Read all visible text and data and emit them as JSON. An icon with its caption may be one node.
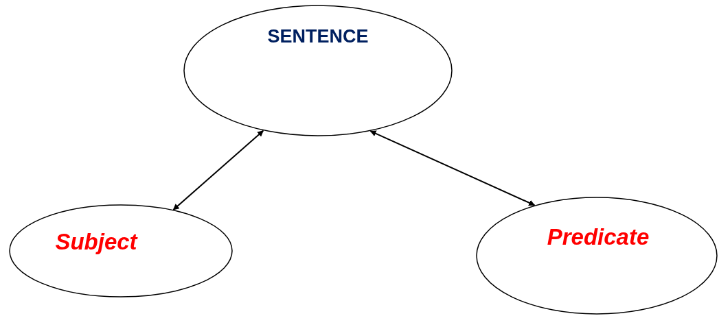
{
  "diagram": {
    "nodes": [
      {
        "text": [
          "SENTENCE"
        ]
      },
      {
        "text": [
          "Subject"
        ]
      },
      {
        "text": [
          "Predicate"
        ]
      }
    ],
    "edges": [
      {
        "from": 0,
        "to": 1,
        "arrow": "both"
      },
      {
        "from": 0,
        "to": 2,
        "arrow": "both"
      }
    ]
  }
}
